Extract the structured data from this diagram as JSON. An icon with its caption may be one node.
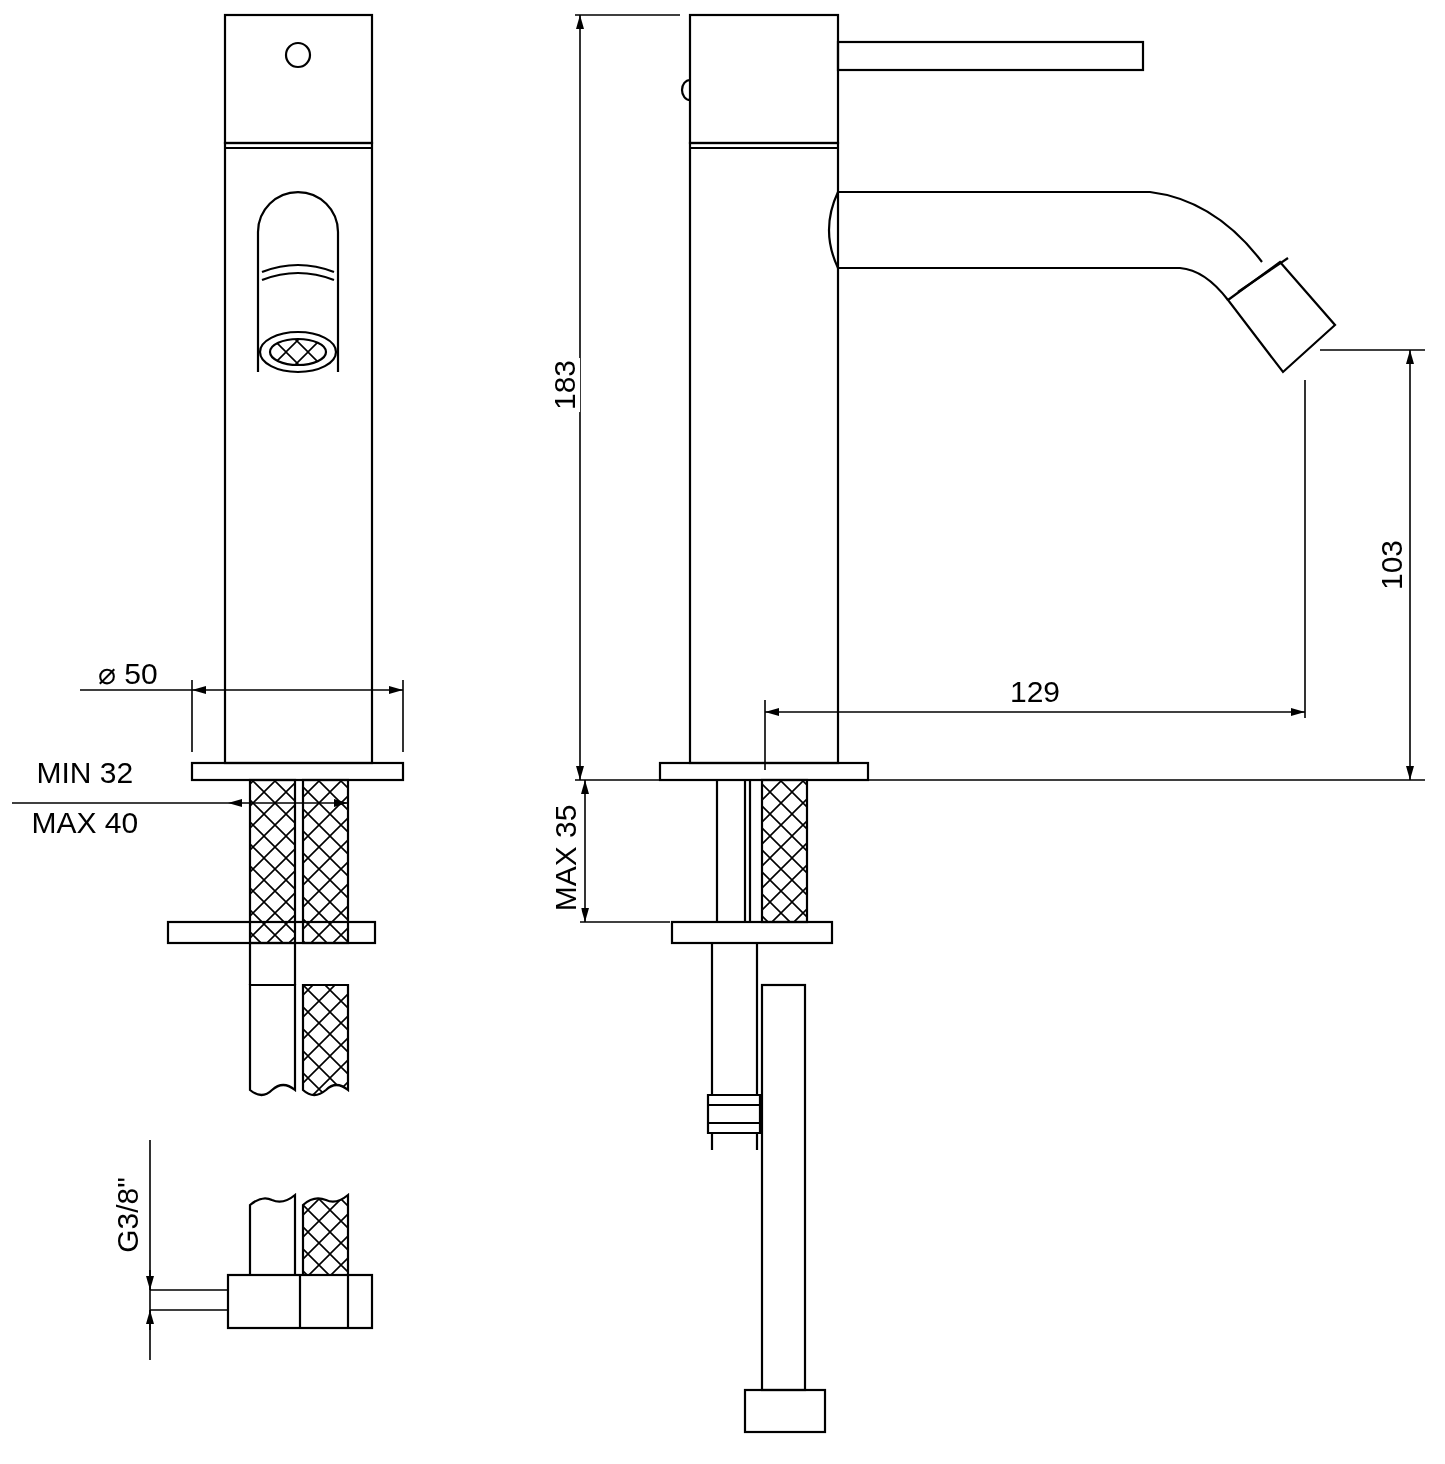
{
  "diagram": {
    "labels": [
      "183",
      "103",
      "⌀ 50",
      "129",
      "MIN 32",
      "MAX 40",
      "MAX 35",
      "G3/8\""
    ]
  }
}
